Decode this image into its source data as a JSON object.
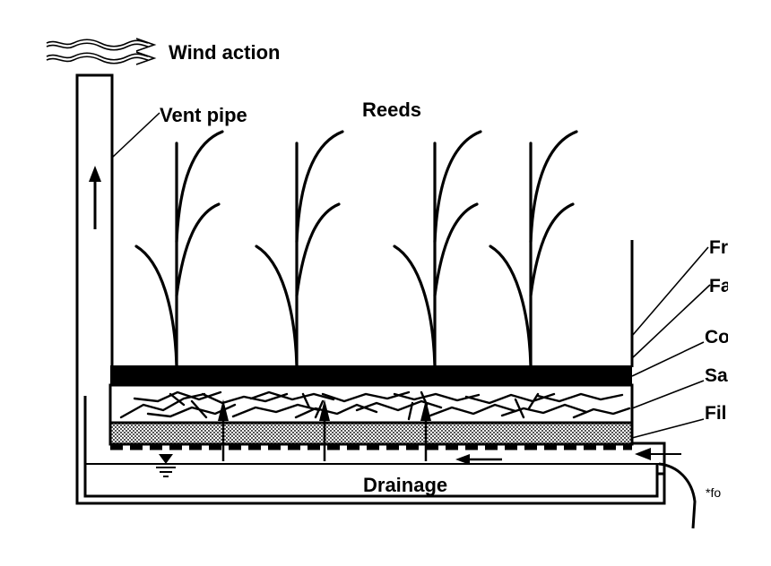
{
  "labels": {
    "wind_action": "Wind action",
    "vent_pipe": "Vent pipe",
    "reeds": "Reeds",
    "drainage": "Drainage",
    "footnote": "*fo"
  },
  "layer_labels": [
    "Fr",
    "Fa",
    "Co",
    "Sa",
    "Fil"
  ],
  "colors": {
    "stroke": "#000000",
    "background": "#ffffff",
    "filter_hatch": "#555555"
  }
}
